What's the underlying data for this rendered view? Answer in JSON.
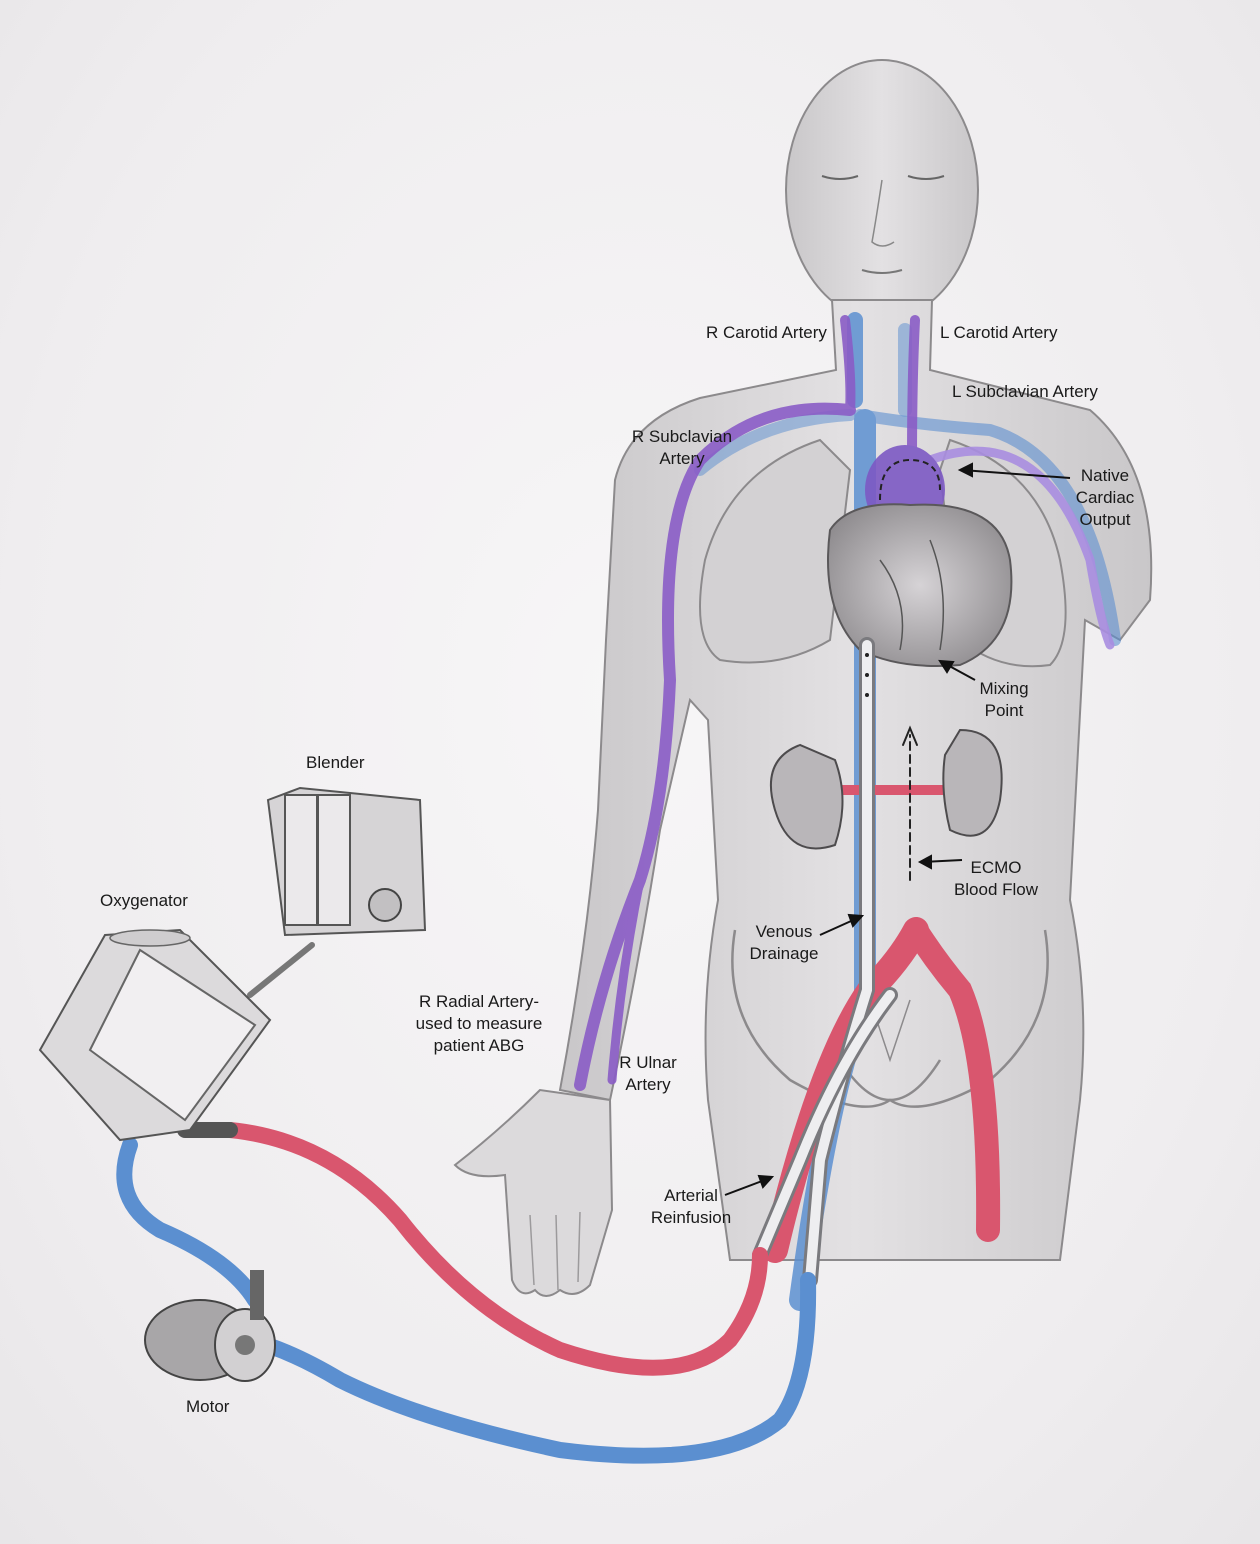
{
  "labels": {
    "r_carotid": "R Carotid Artery",
    "l_carotid": "L Carotid Artery",
    "l_subclavian": "L Subclavian Artery",
    "r_subclavian": "R Subclavian\nArtery",
    "native_output": "Native\nCardiac\nOutput",
    "mixing_point": "Mixing\nPoint",
    "ecmo_flow": "ECMO\nBlood Flow",
    "venous_drainage": "Venous\nDrainage",
    "blender": "Blender",
    "oxygenator": "Oxygenator",
    "radial_artery": "R Radial Artery-\nused to measure\npatient ABG",
    "ulnar_artery": "R Ulnar\nArtery",
    "arterial_reinfusion": "Arterial\nReinfusion",
    "motor": "Motor"
  },
  "colors": {
    "oxygenated_blood": "#d9566e",
    "deoxygenated_blood": "#5b8fd0",
    "mixed_blood": "#8a5cc6",
    "sketch_gray": "#8c8a8c",
    "label_text": "#1a1a1a"
  }
}
